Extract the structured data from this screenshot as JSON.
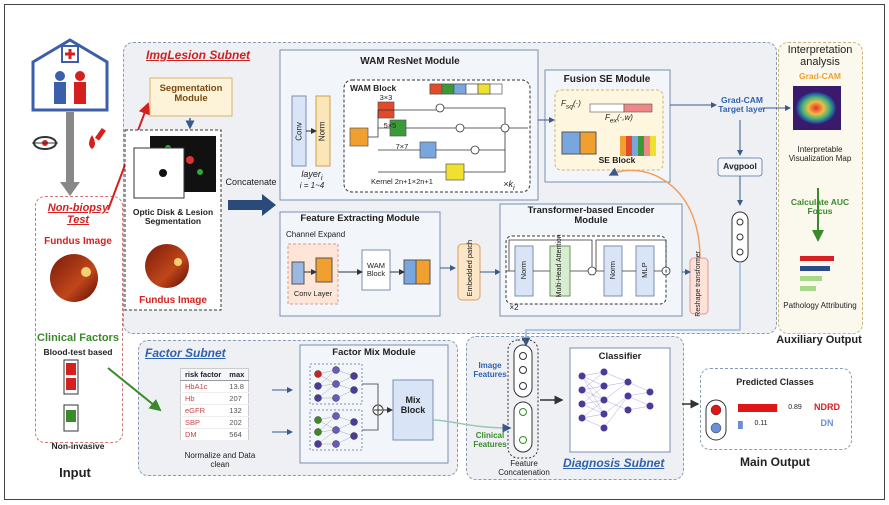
{
  "input": {
    "caption": "Input",
    "non_biopsy_test": "Non-biopsy Test",
    "fundus_image": "Fundus Image",
    "clinical_factors": "Clinical Factors",
    "blood_test": "Blood-test based",
    "non_invasive": "Non-invasive"
  },
  "imglesion": {
    "title": "ImgLesion Subnet",
    "segmentation_module": "Segmentation Module",
    "optic_disk": "Optic Disk & Lesion Segmentation",
    "fundus_image": "Fundus Image",
    "concatenate": "Concatenate"
  },
  "wam": {
    "title": "WAM ResNet Module",
    "conv": "Conv",
    "norm": "Norm",
    "layer": "layer",
    "layer_sub": "i",
    "layer_range": "i = 1~4",
    "block_title": "WAM Block",
    "k3": "3×3",
    "k5": "5×5",
    "k7": "7×7",
    "kn": "Kernel 2n+1×2n+1",
    "times": "×k",
    "times_sub": "i"
  },
  "fusion": {
    "title": "Fusion SE Module",
    "fsq": "F",
    "fsq_sub": "sq",
    "fsq_arg": "(·)",
    "fex": "F",
    "fex_sub": "ex",
    "fex_arg": "(·,w)",
    "se_block": "SE Block"
  },
  "feature_extract": {
    "title": "Feature Extracting Module",
    "channel_expand": "Channel Expand",
    "conv_layer": "Conv Layer",
    "wam_block": "WAM Block"
  },
  "embedded_patch": "Embedded patch",
  "transformer": {
    "title": "Transformer-based Encoder Module",
    "norm1": "Norm",
    "mha": "Multi-Head Attention",
    "norm2": "Norm",
    "mlp": "MLP",
    "x2": "×2",
    "reshape": "Reshape transformer"
  },
  "gradcam_target": "Grad-CAM Target layer",
  "avgpool": "Avgpool",
  "interpretation": {
    "title": "Interpretation analysis",
    "gradcam": "Grad-CAM",
    "map": "Interpretable Visualization Map",
    "auc": "Calculate AUC Focus",
    "pathology": "Pathology Attributing"
  },
  "auxiliary_output": "Auxiliary Output",
  "factor": {
    "title": "Factor Subnet",
    "col1": "risk factor",
    "col2": "max",
    "rows": [
      {
        "name": "HbA1c",
        "max": "13.8"
      },
      {
        "name": "Hb",
        "max": "207"
      },
      {
        "name": "eGFR",
        "max": "132"
      },
      {
        "name": "SBP",
        "max": "202"
      },
      {
        "name": "DM",
        "max": "564"
      }
    ],
    "normalize": "Normalize and Data clean"
  },
  "factor_mix": {
    "title": "Factor Mix Module",
    "mix_block": "Mix Block"
  },
  "diagnosis": {
    "title": "Diagnosis Subnet",
    "image_features": "Image Features",
    "clinical_features": "Clinical Features",
    "feature_concat": "Feature Concatenation",
    "classifier": "Classifier"
  },
  "predicted": {
    "title": "Predicted Classes",
    "classes": [
      {
        "label": "NDRD",
        "value": 0.89,
        "value_text": "0.89",
        "color": "#e01515"
      },
      {
        "label": "DN",
        "value": 0.11,
        "value_text": "0.11",
        "color": "#6a8fd6"
      }
    ]
  },
  "main_output": "Main Output",
  "colors": {
    "accent_red": "#d62020",
    "accent_blue": "#2f63b0",
    "green": "#3a8a2a",
    "orange": "#f0a030"
  }
}
